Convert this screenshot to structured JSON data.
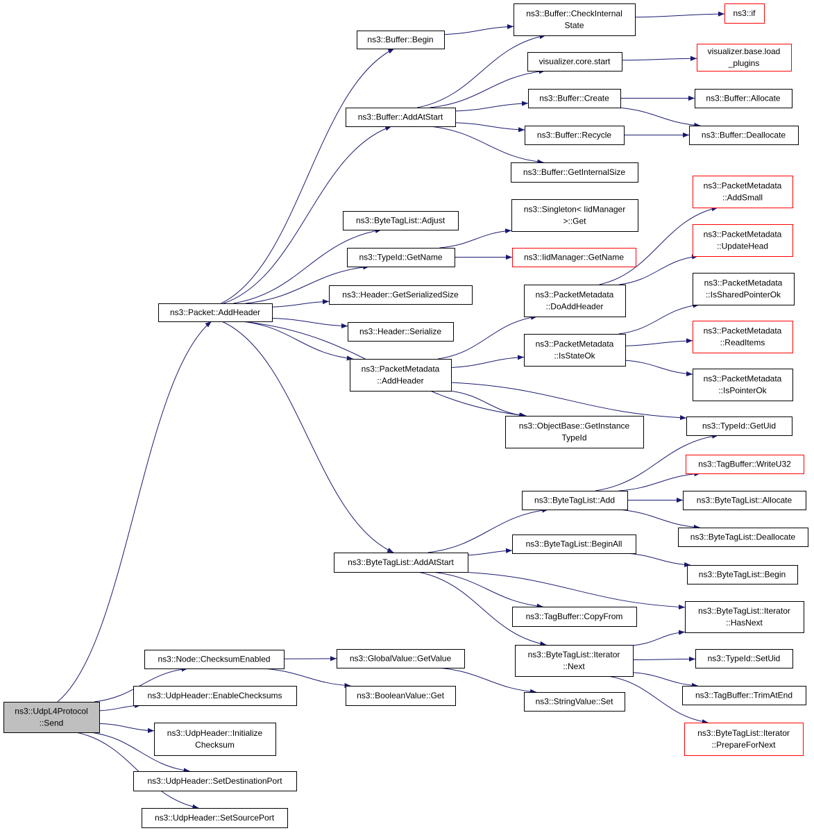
{
  "colors": {
    "edge": "#191970",
    "border_normal": "#000000",
    "border_external": "#ff0000",
    "root_fill": "#bfbfbf",
    "node_fill": "#ffffff"
  },
  "nodes": [
    {
      "id": "send",
      "lines": [
        "ns3::UdpL4Protocol",
        "::Send"
      ],
      "kind": "root"
    },
    {
      "id": "packet_addheader",
      "lines": [
        "ns3::Packet::AddHeader"
      ],
      "kind": "normal"
    },
    {
      "id": "buffer_begin",
      "lines": [
        "ns3::Buffer::Begin"
      ],
      "kind": "normal"
    },
    {
      "id": "buffer_checkinternal",
      "lines": [
        "ns3::Buffer::CheckInternal",
        "State"
      ],
      "kind": "normal"
    },
    {
      "id": "ns3_if",
      "lines": [
        "ns3::if"
      ],
      "kind": "external"
    },
    {
      "id": "vis_core_start",
      "lines": [
        "visualizer.core.start"
      ],
      "kind": "normal"
    },
    {
      "id": "vis_base_load",
      "lines": [
        "visualizer.base.load",
        "_plugins"
      ],
      "kind": "external"
    },
    {
      "id": "buffer_addatstart",
      "lines": [
        "ns3::Buffer::AddAtStart"
      ],
      "kind": "normal"
    },
    {
      "id": "buffer_create",
      "lines": [
        "ns3::Buffer::Create"
      ],
      "kind": "normal"
    },
    {
      "id": "buffer_allocate",
      "lines": [
        "ns3::Buffer::Allocate"
      ],
      "kind": "normal"
    },
    {
      "id": "buffer_recycle",
      "lines": [
        "ns3::Buffer::Recycle"
      ],
      "kind": "normal"
    },
    {
      "id": "buffer_deallocate",
      "lines": [
        "ns3::Buffer::Deallocate"
      ],
      "kind": "normal"
    },
    {
      "id": "buffer_getinternalsize",
      "lines": [
        "ns3::Buffer::GetInternalSize"
      ],
      "kind": "normal"
    },
    {
      "id": "bytetaglist_adjust",
      "lines": [
        "ns3::ByteTagList::Adjust"
      ],
      "kind": "normal"
    },
    {
      "id": "singleton_get",
      "lines": [
        "ns3::Singleton< IidManager",
        ">::Get"
      ],
      "kind": "normal"
    },
    {
      "id": "typeid_getname",
      "lines": [
        "ns3::TypeId::GetName"
      ],
      "kind": "normal"
    },
    {
      "id": "iidmanager_getname",
      "lines": [
        "ns3::IidManager::GetName"
      ],
      "kind": "external"
    },
    {
      "id": "pm_addsmall",
      "lines": [
        "ns3::PacketMetadata",
        "::AddSmall"
      ],
      "kind": "external"
    },
    {
      "id": "pm_updatehead",
      "lines": [
        "ns3::PacketMetadata",
        "::UpdateHead"
      ],
      "kind": "external"
    },
    {
      "id": "header_getserializedsize",
      "lines": [
        "ns3::Header::GetSerializedSize"
      ],
      "kind": "normal"
    },
    {
      "id": "pm_doaddheader",
      "lines": [
        "ns3::PacketMetadata",
        "::DoAddHeader"
      ],
      "kind": "normal"
    },
    {
      "id": "pm_issharedpointerok",
      "lines": [
        "ns3::PacketMetadata",
        "::IsSharedPointerOk"
      ],
      "kind": "normal"
    },
    {
      "id": "header_serialize",
      "lines": [
        "ns3::Header::Serialize"
      ],
      "kind": "normal"
    },
    {
      "id": "pm_readitems",
      "lines": [
        "ns3::PacketMetadata",
        "::ReadItems"
      ],
      "kind": "external"
    },
    {
      "id": "pm_isstateok",
      "lines": [
        "ns3::PacketMetadata",
        "::IsStateOk"
      ],
      "kind": "normal"
    },
    {
      "id": "pm_addheader",
      "lines": [
        "ns3::PacketMetadata",
        "::AddHeader"
      ],
      "kind": "normal"
    },
    {
      "id": "pm_ispointerok",
      "lines": [
        "ns3::PacketMetadata",
        "::IsPointerOk"
      ],
      "kind": "normal"
    },
    {
      "id": "typeid_getuid",
      "lines": [
        "ns3::TypeId::GetUid"
      ],
      "kind": "normal"
    },
    {
      "id": "objectbase_getinstancetypeid",
      "lines": [
        "ns3::ObjectBase::GetInstance",
        "TypeId"
      ],
      "kind": "normal"
    },
    {
      "id": "tagbuffer_writeu32",
      "lines": [
        "ns3::TagBuffer::WriteU32"
      ],
      "kind": "external"
    },
    {
      "id": "bytetaglist_add",
      "lines": [
        "ns3::ByteTagList::Add"
      ],
      "kind": "normal"
    },
    {
      "id": "bytetaglist_allocate",
      "lines": [
        "ns3::ByteTagList::Allocate"
      ],
      "kind": "normal"
    },
    {
      "id": "bytetaglist_deallocate",
      "lines": [
        "ns3::ByteTagList::Deallocate"
      ],
      "kind": "normal"
    },
    {
      "id": "bytetaglist_beginall",
      "lines": [
        "ns3::ByteTagList::BeginAll"
      ],
      "kind": "normal"
    },
    {
      "id": "bytetaglist_addatstart",
      "lines": [
        "ns3::ByteTagList::AddAtStart"
      ],
      "kind": "normal"
    },
    {
      "id": "bytetaglist_begin",
      "lines": [
        "ns3::ByteTagList::Begin"
      ],
      "kind": "normal"
    },
    {
      "id": "iterator_hasnext",
      "lines": [
        "ns3::ByteTagList::Iterator",
        "::HasNext"
      ],
      "kind": "normal"
    },
    {
      "id": "tagbuffer_copyfrom",
      "lines": [
        "ns3::TagBuffer::CopyFrom"
      ],
      "kind": "normal"
    },
    {
      "id": "iterator_next",
      "lines": [
        "ns3::ByteTagList::Iterator",
        "::Next"
      ],
      "kind": "normal"
    },
    {
      "id": "typeid_setuid",
      "lines": [
        "ns3::TypeId::SetUid"
      ],
      "kind": "normal"
    },
    {
      "id": "node_checksumenabled",
      "lines": [
        "ns3::Node::ChecksumEnabled"
      ],
      "kind": "normal"
    },
    {
      "id": "globalvalue_getvalue",
      "lines": [
        "ns3::GlobalValue::GetValue"
      ],
      "kind": "normal"
    },
    {
      "id": "tagbuffer_trimatend",
      "lines": [
        "ns3::TagBuffer::TrimAtEnd"
      ],
      "kind": "normal"
    },
    {
      "id": "booleanvalue_get",
      "lines": [
        "ns3::BooleanValue::Get"
      ],
      "kind": "normal"
    },
    {
      "id": "stringvalue_set",
      "lines": [
        "ns3::StringValue::Set"
      ],
      "kind": "normal"
    },
    {
      "id": "udp_enablechecksums",
      "lines": [
        "ns3::UdpHeader::EnableChecksums"
      ],
      "kind": "normal"
    },
    {
      "id": "udp_initializechecksum",
      "lines": [
        "ns3::UdpHeader::Initialize",
        "Checksum"
      ],
      "kind": "normal"
    },
    {
      "id": "iterator_prepfornext",
      "lines": [
        "ns3::ByteTagList::Iterator",
        "::PrepareForNext"
      ],
      "kind": "external"
    },
    {
      "id": "udp_setdestport",
      "lines": [
        "ns3::UdpHeader::SetDestinationPort"
      ],
      "kind": "normal"
    },
    {
      "id": "udp_setsourceport",
      "lines": [
        "ns3::UdpHeader::SetSourcePort"
      ],
      "kind": "normal"
    }
  ],
  "edges": [
    [
      "send",
      "packet_addheader"
    ],
    [
      "send",
      "node_checksumenabled"
    ],
    [
      "send",
      "udp_enablechecksums"
    ],
    [
      "send",
      "udp_initializechecksum"
    ],
    [
      "send",
      "udp_setdestport"
    ],
    [
      "send",
      "udp_setsourceport"
    ],
    [
      "packet_addheader",
      "buffer_begin"
    ],
    [
      "packet_addheader",
      "buffer_addatstart"
    ],
    [
      "packet_addheader",
      "bytetaglist_adjust"
    ],
    [
      "packet_addheader",
      "typeid_getname"
    ],
    [
      "packet_addheader",
      "header_getserializedsize"
    ],
    [
      "packet_addheader",
      "header_serialize"
    ],
    [
      "packet_addheader",
      "pm_addheader"
    ],
    [
      "packet_addheader",
      "objectbase_getinstancetypeid"
    ],
    [
      "packet_addheader",
      "bytetaglist_addatstart"
    ],
    [
      "buffer_begin",
      "buffer_checkinternal"
    ],
    [
      "buffer_checkinternal",
      "ns3_if"
    ],
    [
      "vis_core_start",
      "vis_base_load"
    ],
    [
      "buffer_addatstart",
      "buffer_checkinternal"
    ],
    [
      "buffer_addatstart",
      "vis_core_start"
    ],
    [
      "buffer_addatstart",
      "buffer_create"
    ],
    [
      "buffer_addatstart",
      "buffer_recycle"
    ],
    [
      "buffer_addatstart",
      "buffer_getinternalsize"
    ],
    [
      "buffer_create",
      "buffer_allocate"
    ],
    [
      "buffer_create",
      "buffer_deallocate"
    ],
    [
      "buffer_recycle",
      "buffer_deallocate"
    ],
    [
      "typeid_getname",
      "singleton_get"
    ],
    [
      "typeid_getname",
      "iidmanager_getname"
    ],
    [
      "pm_addheader",
      "pm_doaddheader"
    ],
    [
      "pm_addheader",
      "pm_isstateok"
    ],
    [
      "pm_addheader",
      "typeid_getuid"
    ],
    [
      "pm_addheader",
      "objectbase_getinstancetypeid"
    ],
    [
      "pm_doaddheader",
      "pm_addsmall"
    ],
    [
      "pm_doaddheader",
      "pm_updatehead"
    ],
    [
      "pm_isstateok",
      "pm_issharedpointerok"
    ],
    [
      "pm_isstateok",
      "pm_readitems"
    ],
    [
      "pm_isstateok",
      "pm_ispointerok"
    ],
    [
      "bytetaglist_addatstart",
      "bytetaglist_add"
    ],
    [
      "bytetaglist_addatstart",
      "bytetaglist_beginall"
    ],
    [
      "bytetaglist_addatstart",
      "iterator_hasnext"
    ],
    [
      "bytetaglist_addatstart",
      "tagbuffer_copyfrom"
    ],
    [
      "bytetaglist_addatstart",
      "iterator_next"
    ],
    [
      "bytetaglist_add",
      "typeid_getuid"
    ],
    [
      "bytetaglist_add",
      "tagbuffer_writeu32"
    ],
    [
      "bytetaglist_add",
      "bytetaglist_allocate"
    ],
    [
      "bytetaglist_add",
      "bytetaglist_deallocate"
    ],
    [
      "bytetaglist_beginall",
      "bytetaglist_begin"
    ],
    [
      "iterator_next",
      "iterator_hasnext"
    ],
    [
      "iterator_next",
      "typeid_setuid"
    ],
    [
      "iterator_next",
      "tagbuffer_trimatend"
    ],
    [
      "iterator_next",
      "iterator_prepfornext"
    ],
    [
      "node_checksumenabled",
      "globalvalue_getvalue"
    ],
    [
      "node_checksumenabled",
      "booleanvalue_get"
    ],
    [
      "globalvalue_getvalue",
      "stringvalue_set"
    ]
  ]
}
